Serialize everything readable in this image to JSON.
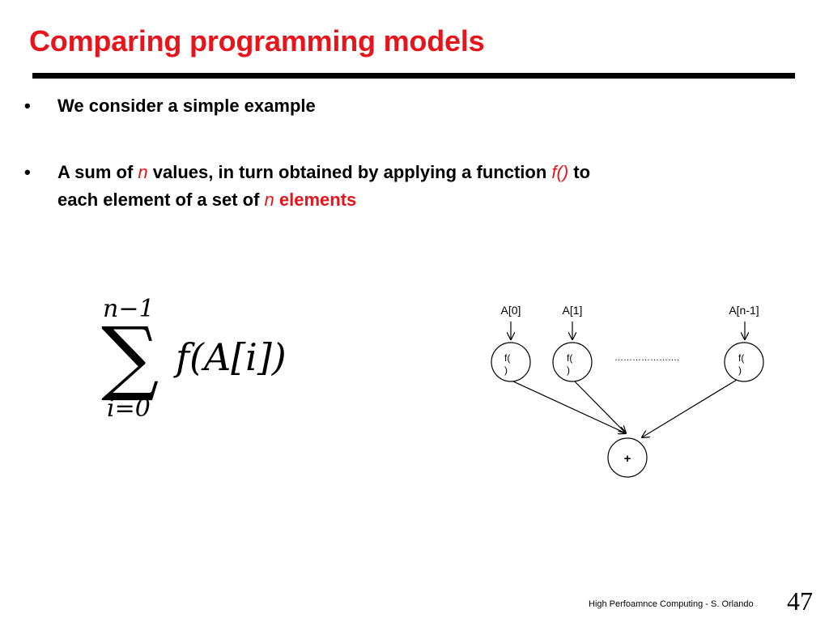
{
  "slide": {
    "title": "Comparing programming models",
    "bullet_symbol": "•",
    "bullets": [
      {
        "text": "We consider a simple example"
      },
      {
        "part1": "A sum of ",
        "n1": "n",
        "part2": " values, in turn obtained by applying a function ",
        "func": "f()",
        "part3": " to",
        "line2_part1": "each element of a set of ",
        "n2": "n",
        "line2_part2": " elements"
      }
    ]
  },
  "formula": {
    "upper": "n−1",
    "sigma": "∑",
    "body": "f(A[i])",
    "lower": "i=0"
  },
  "diagram": {
    "inputs": [
      "A[0]",
      "A[1]",
      "A[n-1]"
    ],
    "func_node_line1": "f(",
    "func_node_line2": ")",
    "ellipsis": "………………….",
    "sum_label": "+"
  },
  "footer": {
    "text": "High Perfoamnce Computing - S. Orlando",
    "page_number": "47"
  },
  "colors": {
    "accent": "#e8141b",
    "text": "#000000",
    "background": "#ffffff"
  }
}
